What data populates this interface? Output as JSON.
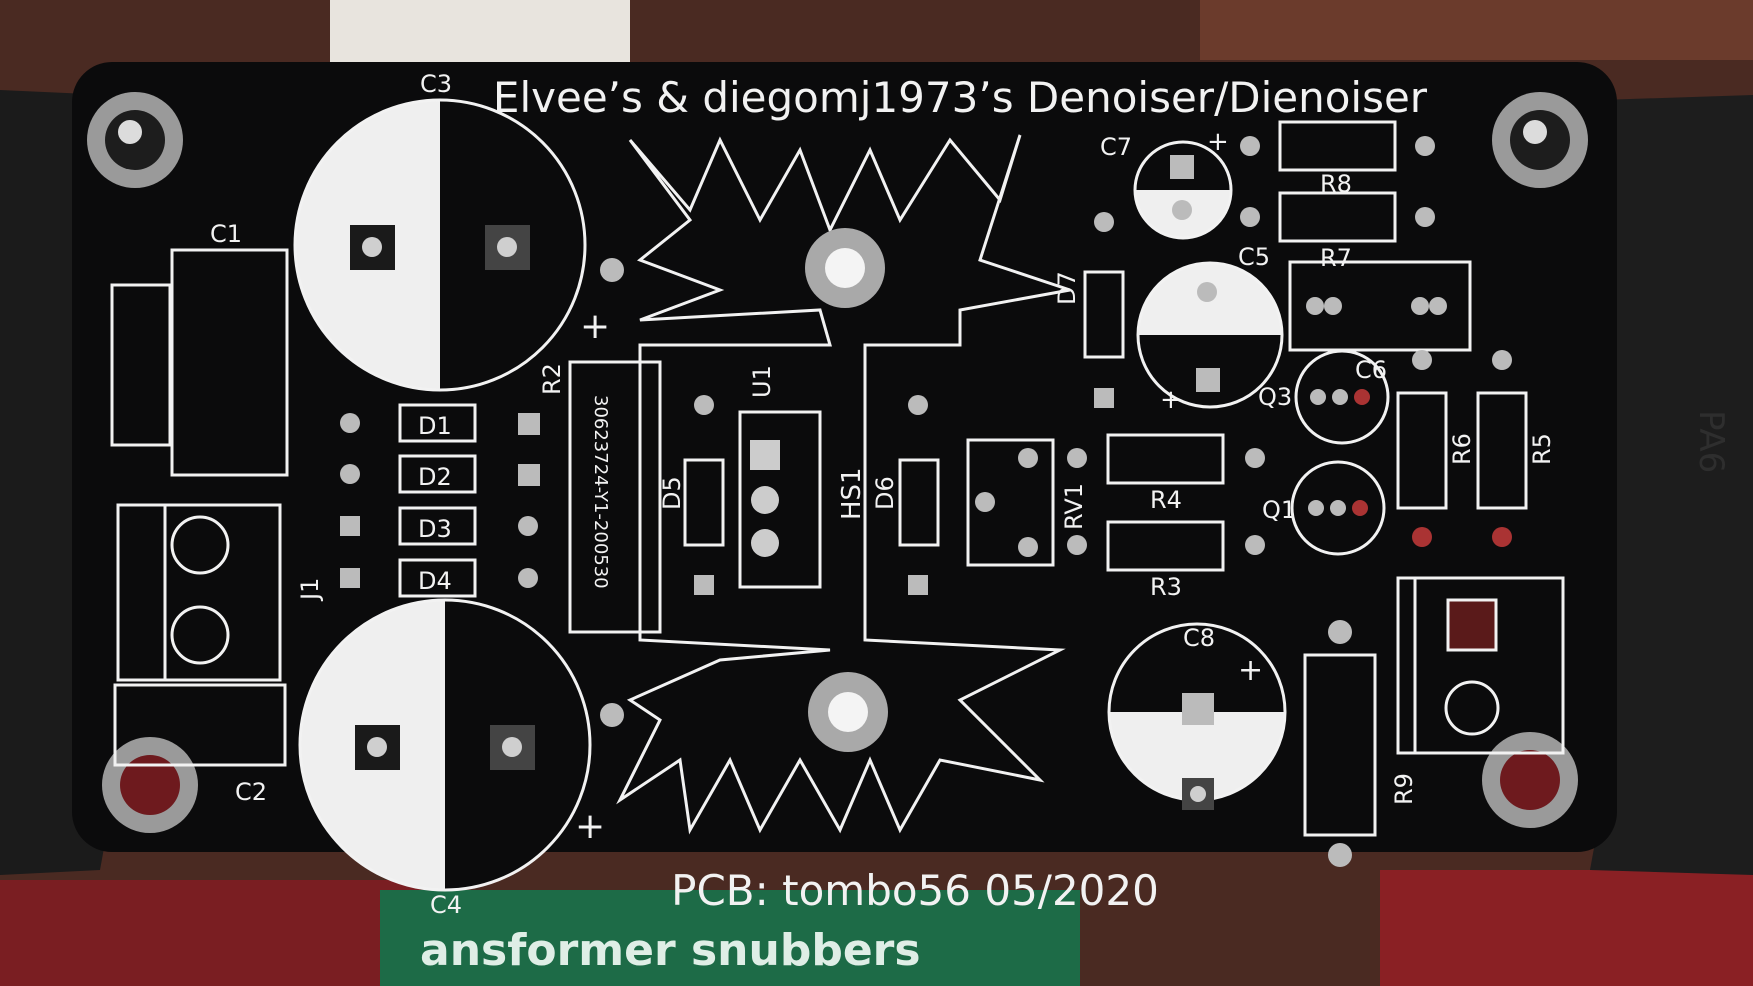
{
  "board": {
    "title": "Elvee’s & diegomj1973’s Denoiser/Dienoiser",
    "credit": "PCB: tombo56 05/2020",
    "colors": {
      "soldermask": "#0b0b0c",
      "silkscreen": "#f2f2f2",
      "pad": "#b8b8b8",
      "background_wood": "#5a2f25",
      "rubber_feet": "#1c1c1c"
    }
  },
  "refs": {
    "c1": "C1",
    "c2": "C2",
    "c3": "C3",
    "c4": "C4",
    "c5": "C5",
    "c6": "C6",
    "c7": "C7",
    "c8": "C8",
    "d1": "D1",
    "d2": "D2",
    "d3": "D3",
    "d4": "D4",
    "d5": "D5",
    "d6": "D6",
    "d7": "D7",
    "r2": "R2",
    "r3": "R3",
    "r4": "R4",
    "r5": "R5",
    "r6": "R6",
    "r7": "R7",
    "r8": "R8",
    "r9": "R9",
    "q1": "Q1",
    "q3": "Q3",
    "u1": "U1",
    "hs1": "HS1",
    "rv1": "RV1",
    "j1": "J1"
  },
  "part_marking": "30623724-Y1-200530",
  "background_text": {
    "clip": "PA6",
    "green_box": "ansformer snubbers"
  }
}
